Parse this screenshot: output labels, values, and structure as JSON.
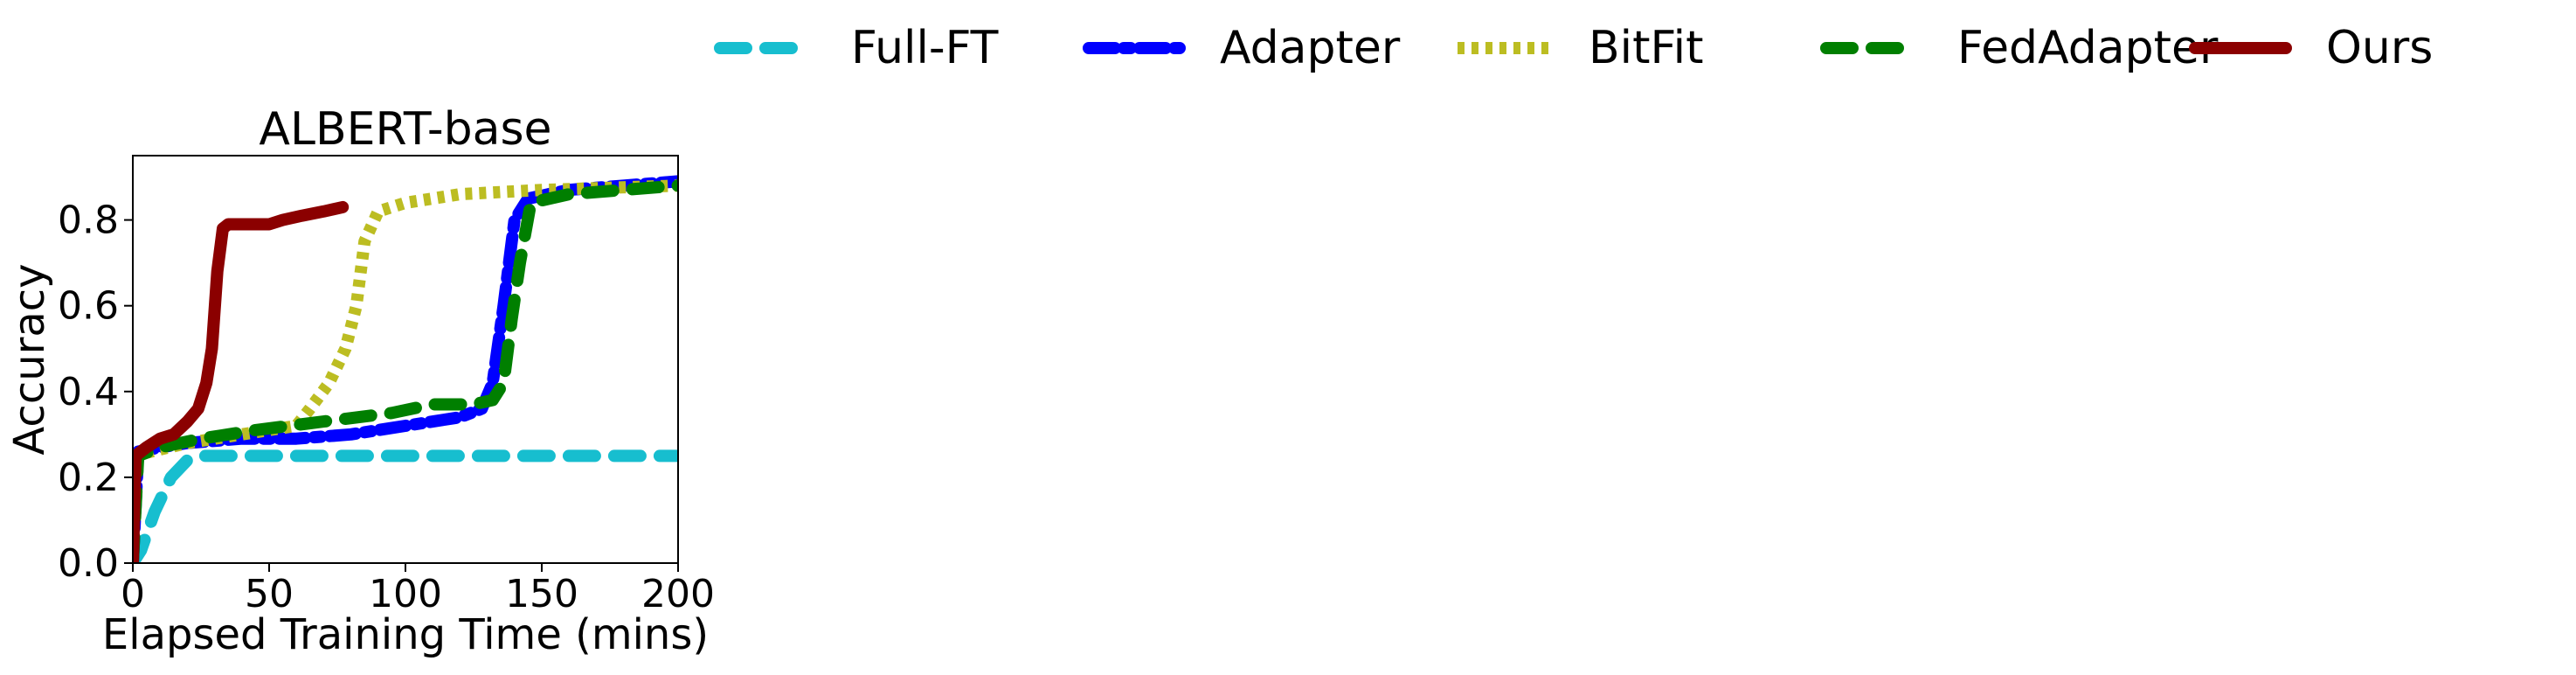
{
  "chart_data": {
    "type": "line",
    "title": "ALBERT-base",
    "xlabel": "Elapsed Training Time (mins)",
    "ylabel": "Accuracy",
    "xlim": [
      0,
      200
    ],
    "ylim": [
      0,
      0.95
    ],
    "xticks": [
      0,
      50,
      100,
      150,
      200
    ],
    "xtick_labels": [
      "0",
      "50",
      "100",
      "150",
      "200"
    ],
    "yticks": [
      0.0,
      0.2,
      0.4,
      0.6,
      0.8
    ],
    "ytick_labels": [
      "0.0",
      "0.2",
      "0.4",
      "0.6",
      "0.8"
    ],
    "grid": false,
    "legend_position": "top (outside, single row)",
    "series": [
      {
        "name": "Full-FT",
        "color": "#17becf",
        "dash": "dashed",
        "points": [
          [
            0,
            0.0
          ],
          [
            3,
            0.03
          ],
          [
            8,
            0.12
          ],
          [
            14,
            0.2
          ],
          [
            20,
            0.24
          ],
          [
            26,
            0.25
          ],
          [
            200,
            0.25
          ]
        ]
      },
      {
        "name": "Adapter",
        "color": "#0000ff",
        "dash": "dashdot",
        "points": [
          [
            0,
            0.0
          ],
          [
            2,
            0.26
          ],
          [
            10,
            0.27
          ],
          [
            20,
            0.28
          ],
          [
            40,
            0.29
          ],
          [
            60,
            0.29
          ],
          [
            80,
            0.3
          ],
          [
            100,
            0.32
          ],
          [
            120,
            0.34
          ],
          [
            128,
            0.36
          ],
          [
            132,
            0.42
          ],
          [
            136,
            0.6
          ],
          [
            140,
            0.8
          ],
          [
            145,
            0.85
          ],
          [
            160,
            0.87
          ],
          [
            180,
            0.88
          ],
          [
            200,
            0.89
          ]
        ]
      },
      {
        "name": "BitFit",
        "color": "#bcbd22",
        "dash": "dotted",
        "points": [
          [
            0,
            0.25
          ],
          [
            20,
            0.28
          ],
          [
            40,
            0.3
          ],
          [
            60,
            0.32
          ],
          [
            65,
            0.36
          ],
          [
            72,
            0.42
          ],
          [
            78,
            0.5
          ],
          [
            82,
            0.6
          ],
          [
            85,
            0.75
          ],
          [
            90,
            0.82
          ],
          [
            100,
            0.84
          ],
          [
            120,
            0.86
          ],
          [
            150,
            0.87
          ],
          [
            200,
            0.88
          ]
        ]
      },
      {
        "name": "FedAdapter",
        "color": "#007f00",
        "dash": "dashed",
        "points": [
          [
            0,
            0.0
          ],
          [
            2,
            0.25
          ],
          [
            10,
            0.27
          ],
          [
            25,
            0.29
          ],
          [
            45,
            0.31
          ],
          [
            70,
            0.33
          ],
          [
            95,
            0.35
          ],
          [
            110,
            0.37
          ],
          [
            125,
            0.37
          ],
          [
            132,
            0.38
          ],
          [
            136,
            0.42
          ],
          [
            139,
            0.57
          ],
          [
            142,
            0.7
          ],
          [
            146,
            0.84
          ],
          [
            160,
            0.86
          ],
          [
            180,
            0.87
          ],
          [
            200,
            0.88
          ]
        ]
      },
      {
        "name": "Ours",
        "color": "#8b0000",
        "dash": "solid",
        "points": [
          [
            0,
            0.0
          ],
          [
            1,
            0.25
          ],
          [
            5,
            0.27
          ],
          [
            10,
            0.29
          ],
          [
            15,
            0.3
          ],
          [
            20,
            0.33
          ],
          [
            24,
            0.36
          ],
          [
            27,
            0.42
          ],
          [
            29,
            0.5
          ],
          [
            31,
            0.68
          ],
          [
            33,
            0.78
          ],
          [
            35,
            0.79
          ],
          [
            50,
            0.79
          ],
          [
            55,
            0.8
          ],
          [
            62,
            0.81
          ],
          [
            70,
            0.82
          ],
          [
            77,
            0.83
          ]
        ]
      }
    ]
  }
}
